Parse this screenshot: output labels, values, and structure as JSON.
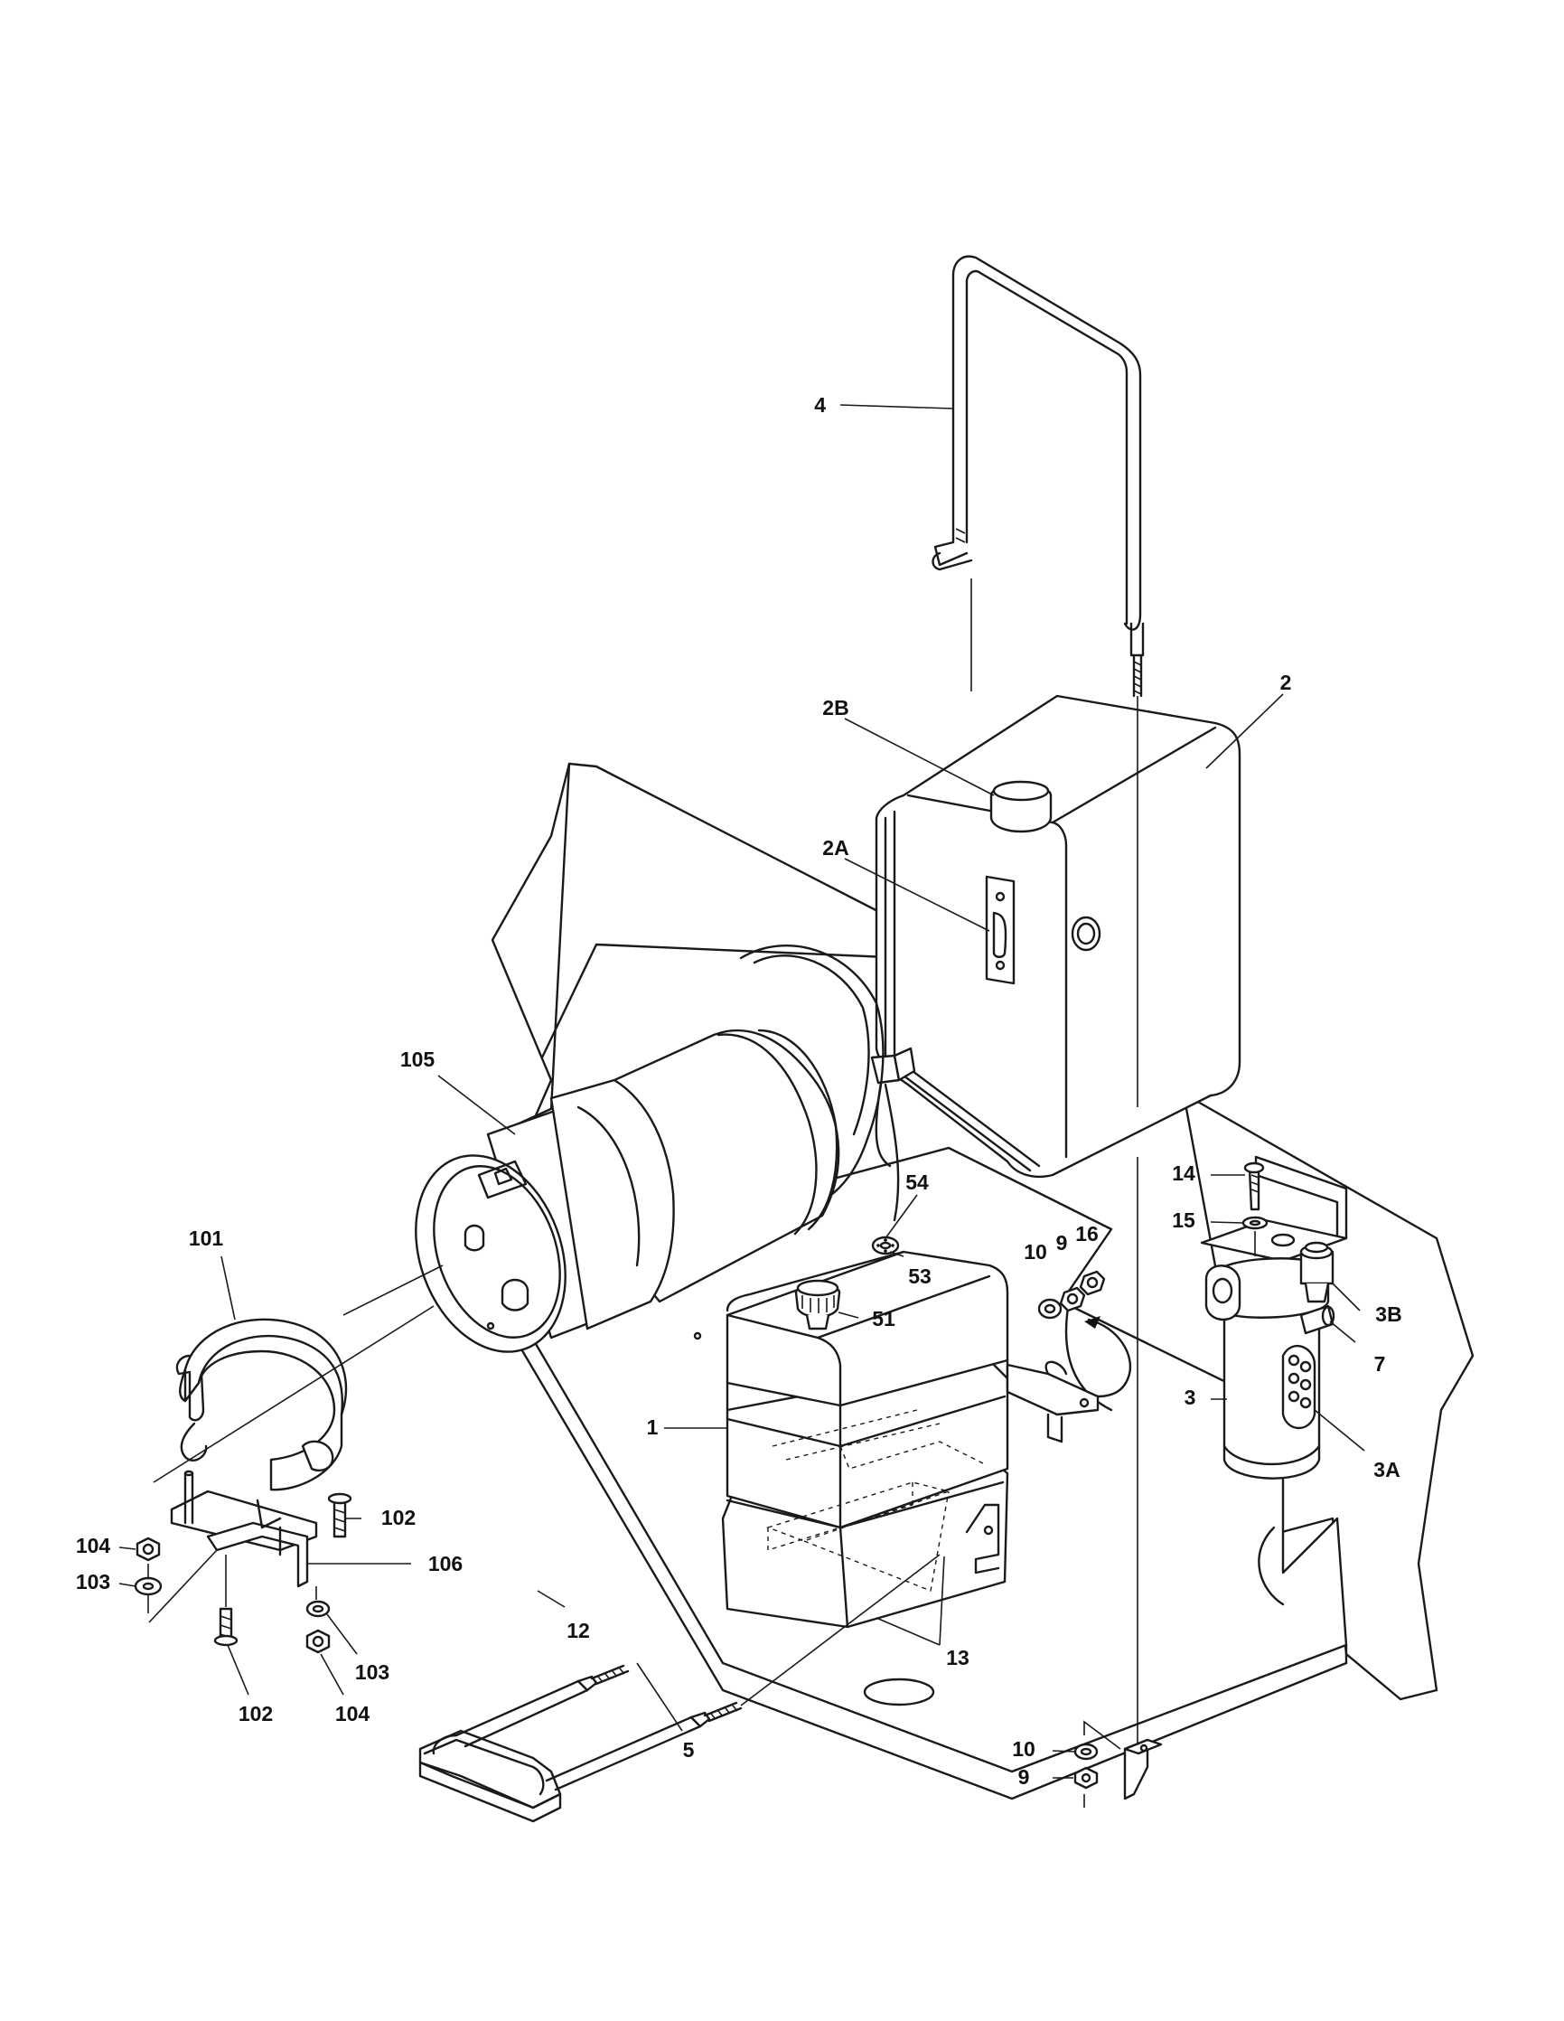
{
  "diagram": {
    "callouts": [
      {
        "id": "c4",
        "label": "4"
      },
      {
        "id": "c2",
        "label": "2"
      },
      {
        "id": "c2b",
        "label": "2B"
      },
      {
        "id": "c2a",
        "label": "2A"
      },
      {
        "id": "c105",
        "label": "105"
      },
      {
        "id": "c54",
        "label": "54"
      },
      {
        "id": "c53",
        "label": "53"
      },
      {
        "id": "c51",
        "label": "51"
      },
      {
        "id": "c101",
        "label": "101"
      },
      {
        "id": "c1",
        "label": "1"
      },
      {
        "id": "c14",
        "label": "14"
      },
      {
        "id": "c15",
        "label": "15"
      },
      {
        "id": "c10a",
        "label": "10"
      },
      {
        "id": "c9a",
        "label": "9"
      },
      {
        "id": "c16",
        "label": "16"
      },
      {
        "id": "c3b",
        "label": "3B"
      },
      {
        "id": "c7",
        "label": "7"
      },
      {
        "id": "c3",
        "label": "3"
      },
      {
        "id": "c3a",
        "label": "3A"
      },
      {
        "id": "c102a",
        "label": "102"
      },
      {
        "id": "c104a",
        "label": "104"
      },
      {
        "id": "c103a",
        "label": "103"
      },
      {
        "id": "c106",
        "label": "106"
      },
      {
        "id": "c12",
        "label": "12"
      },
      {
        "id": "c13",
        "label": "13"
      },
      {
        "id": "c10b",
        "label": "10"
      },
      {
        "id": "c9b",
        "label": "9"
      },
      {
        "id": "c103b",
        "label": "103"
      },
      {
        "id": "c102b",
        "label": "102"
      },
      {
        "id": "c104b",
        "label": "104"
      },
      {
        "id": "c5",
        "label": "5"
      }
    ]
  }
}
